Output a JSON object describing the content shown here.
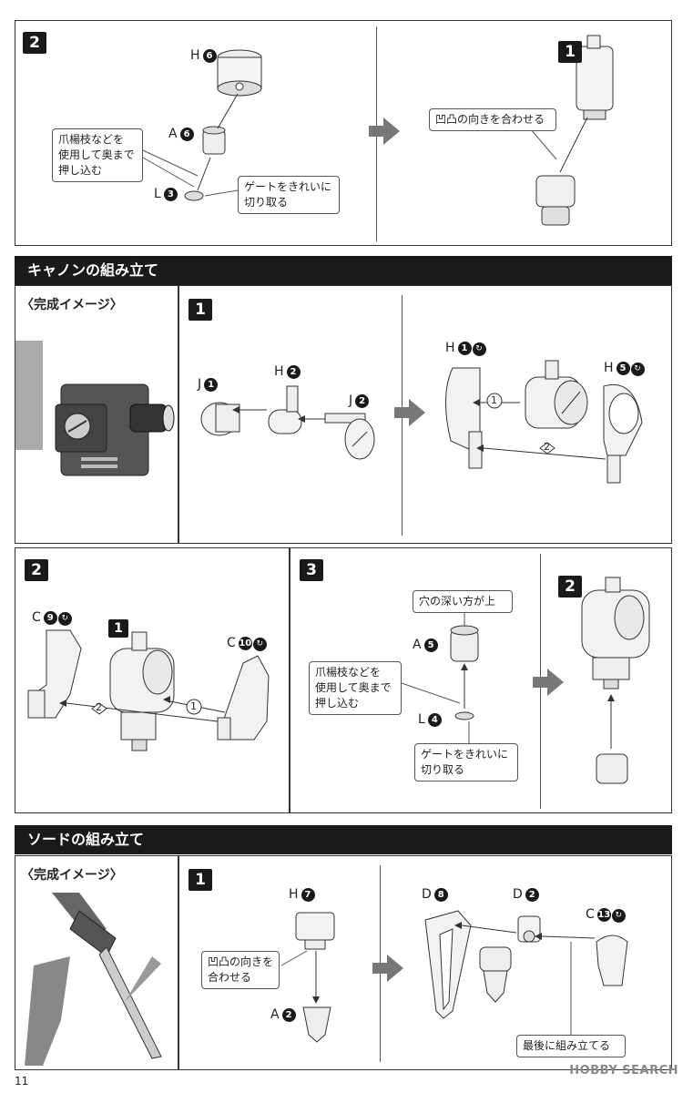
{
  "section1": {
    "step_a": "2",
    "step_b": "1",
    "labels": {
      "h6": {
        "letter": "H",
        "num": "6"
      },
      "a6": {
        "letter": "A",
        "num": "6"
      },
      "l3": {
        "letter": "L",
        "num": "3"
      }
    },
    "callouts": {
      "push_in": "爪楊枝などを\n使用して奥まで\n押し込む",
      "gate": "ゲートをきれいに\n切り取る",
      "align": "凹凸の向きを合わせる"
    }
  },
  "cannon": {
    "banner": "キャノンの組み立て",
    "complete_image": "〈完成イメージ〉",
    "step1": "1",
    "step2": "2",
    "step3": "3",
    "step_sub2": "2",
    "labels": {
      "j1": {
        "letter": "J",
        "num": "1"
      },
      "h2": {
        "letter": "H",
        "num": "2"
      },
      "j2": {
        "letter": "J",
        "num": "2"
      },
      "h1": {
        "letter": "H",
        "num": "1"
      },
      "h5": {
        "letter": "H",
        "num": "5"
      },
      "c9": {
        "letter": "C",
        "num": "9"
      },
      "c10": {
        "letter": "C",
        "num": "10"
      },
      "a5": {
        "letter": "A",
        "num": "5"
      },
      "l4": {
        "letter": "L",
        "num": "4"
      },
      "sub1": "1"
    },
    "order": {
      "first": "1",
      "second": "2"
    },
    "callouts": {
      "deep_side": "穴の深い方が上",
      "push_in": "爪楊枝などを\n使用して奥まで\n押し込む",
      "gate": "ゲートをきれいに\n切り取る"
    }
  },
  "sword": {
    "banner": "ソードの組み立て",
    "complete_image": "〈完成イメージ〉",
    "step1": "1",
    "labels": {
      "h7": {
        "letter": "H",
        "num": "7"
      },
      "a2": {
        "letter": "A",
        "num": "2"
      },
      "d8": {
        "letter": "D",
        "num": "8"
      },
      "d2": {
        "letter": "D",
        "num": "2"
      },
      "c13": {
        "letter": "C",
        "num": "13"
      }
    },
    "callouts": {
      "align": "凹凸の向きを\n合わせる",
      "last": "最後に組み立てる"
    }
  },
  "footer": {
    "page": "11",
    "watermark": "HOBBY SEARCH"
  },
  "icons": {
    "rotate": "rotate-icon",
    "next": "next-step-arrow-icon"
  }
}
